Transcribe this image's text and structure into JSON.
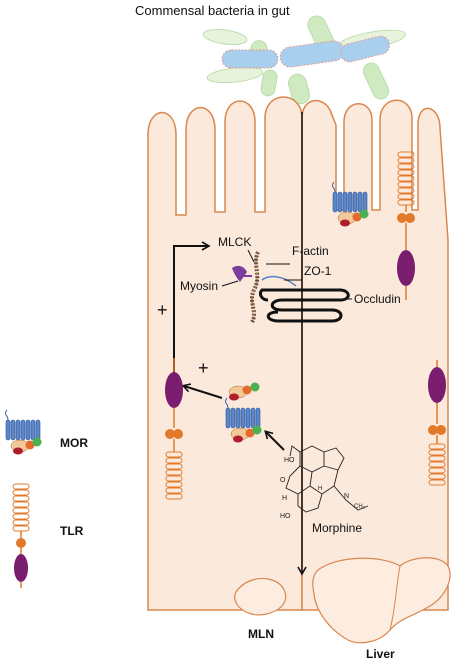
{
  "labels": {
    "title": "Commensal bacteria in gut",
    "mlck": "MLCK",
    "f_actin": "F-actin",
    "zo1": "ZO-1",
    "myosin": "Myosin",
    "occludin": "Occludin",
    "morphine": "Morphine",
    "mln": "MLN",
    "liver": "Liver",
    "legend_mor": "MOR",
    "legend_tlr": "TLR",
    "plus_upper": "+",
    "plus_lower": "+"
  },
  "colors": {
    "cell_fill": "#fbe9dc",
    "cell_stroke": "#d9874f",
    "bacteria_blue": "#a9cfee",
    "bacteria_green": "#cfe9c0",
    "receptor_blue": "#5b86c9",
    "tlr_orange": "#e07a2a",
    "tlr_purple": "#7a1d6e",
    "organ_fill": "#fdece0"
  },
  "icons": {
    "legend_mor": "mor-receptor-icon",
    "legend_tlr": "tlr-receptor-icon",
    "morphine": "morphine-structure-icon"
  }
}
